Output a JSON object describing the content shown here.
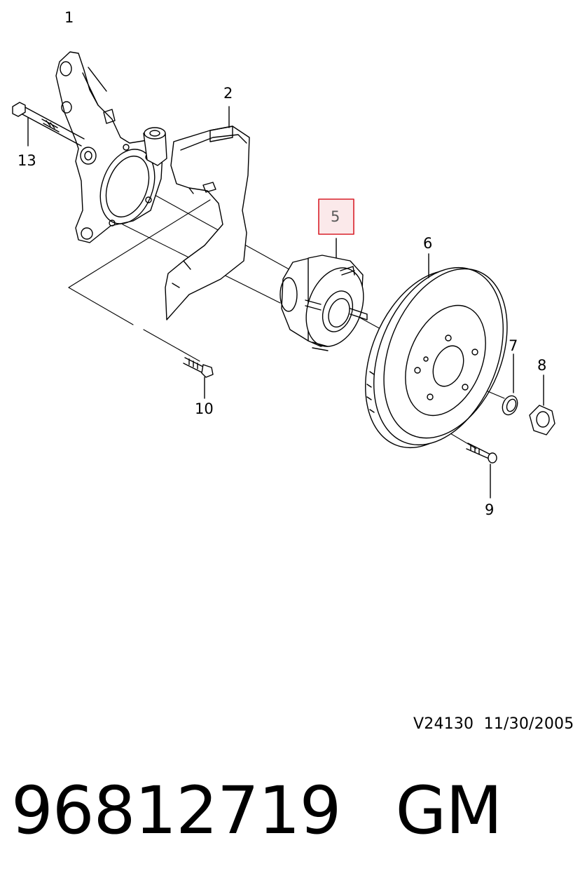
{
  "callouts": [
    {
      "id": "1",
      "label": "1"
    },
    {
      "id": "2",
      "label": "2"
    },
    {
      "id": "5",
      "label": "5",
      "highlighted": true
    },
    {
      "id": "6",
      "label": "6"
    },
    {
      "id": "7",
      "label": "7"
    },
    {
      "id": "8",
      "label": "8"
    },
    {
      "id": "9",
      "label": "9"
    },
    {
      "id": "10",
      "label": "10"
    },
    {
      "id": "13",
      "label": "13"
    }
  ],
  "reference": "V24130  11/30/2005",
  "part": {
    "number": "96812719",
    "brand": "GM"
  },
  "colors": {
    "line": "#000000",
    "highlight_border": "#d8202a",
    "highlight_fill": "#fbe9ea",
    "background": "#ffffff"
  }
}
